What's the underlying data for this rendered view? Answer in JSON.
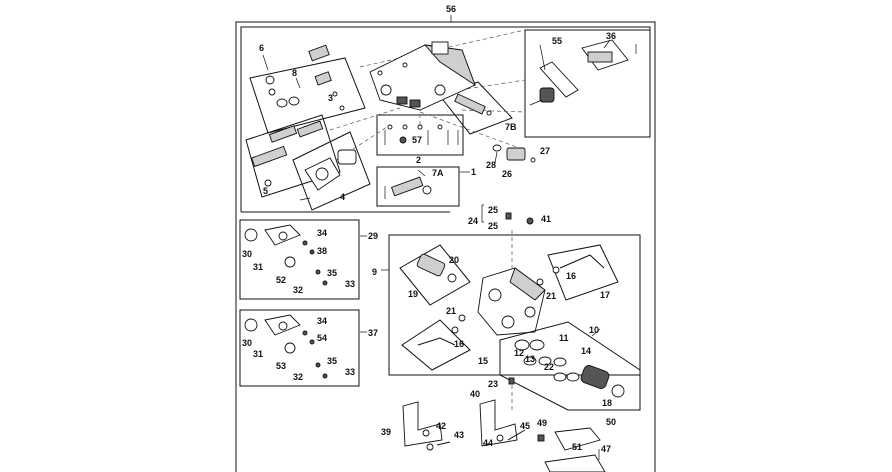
{
  "callouts": {
    "c56": "56",
    "c6": "6",
    "c8": "8",
    "c3": "3",
    "c55": "55",
    "c36": "36",
    "c7B": "7B",
    "c57": "57",
    "c2": "2",
    "c5": "5",
    "c4": "4",
    "c7A": "7A",
    "c1": "1",
    "c28": "28",
    "c27": "27",
    "c26": "26",
    "c25a": "25",
    "c25b": "25",
    "c24": "24",
    "c41": "41",
    "c29": "29",
    "c30a": "30",
    "c34a": "34",
    "c38": "38",
    "c31a": "31",
    "c52": "52",
    "c35a": "35",
    "c32a": "32",
    "c33a": "33",
    "c9": "9",
    "c20": "20",
    "c19": "19",
    "c16a": "16",
    "c17": "17",
    "c21a": "21",
    "c21b": "21",
    "c16b": "16",
    "c15": "15",
    "c10": "10",
    "c11": "11",
    "c12": "12",
    "c13": "13",
    "c14": "14",
    "c22": "22",
    "c18": "18",
    "c37": "37",
    "c30b": "30",
    "c34b": "34",
    "c54": "54",
    "c31b": "31",
    "c53": "53",
    "c35b": "35",
    "c32b": "32",
    "c33b": "33",
    "c23": "23",
    "c40": "40",
    "c39": "39",
    "c42": "42",
    "c43": "43",
    "c45": "45",
    "c44": "44",
    "c49": "49",
    "c51": "51",
    "c50": "50",
    "c47": "47"
  }
}
